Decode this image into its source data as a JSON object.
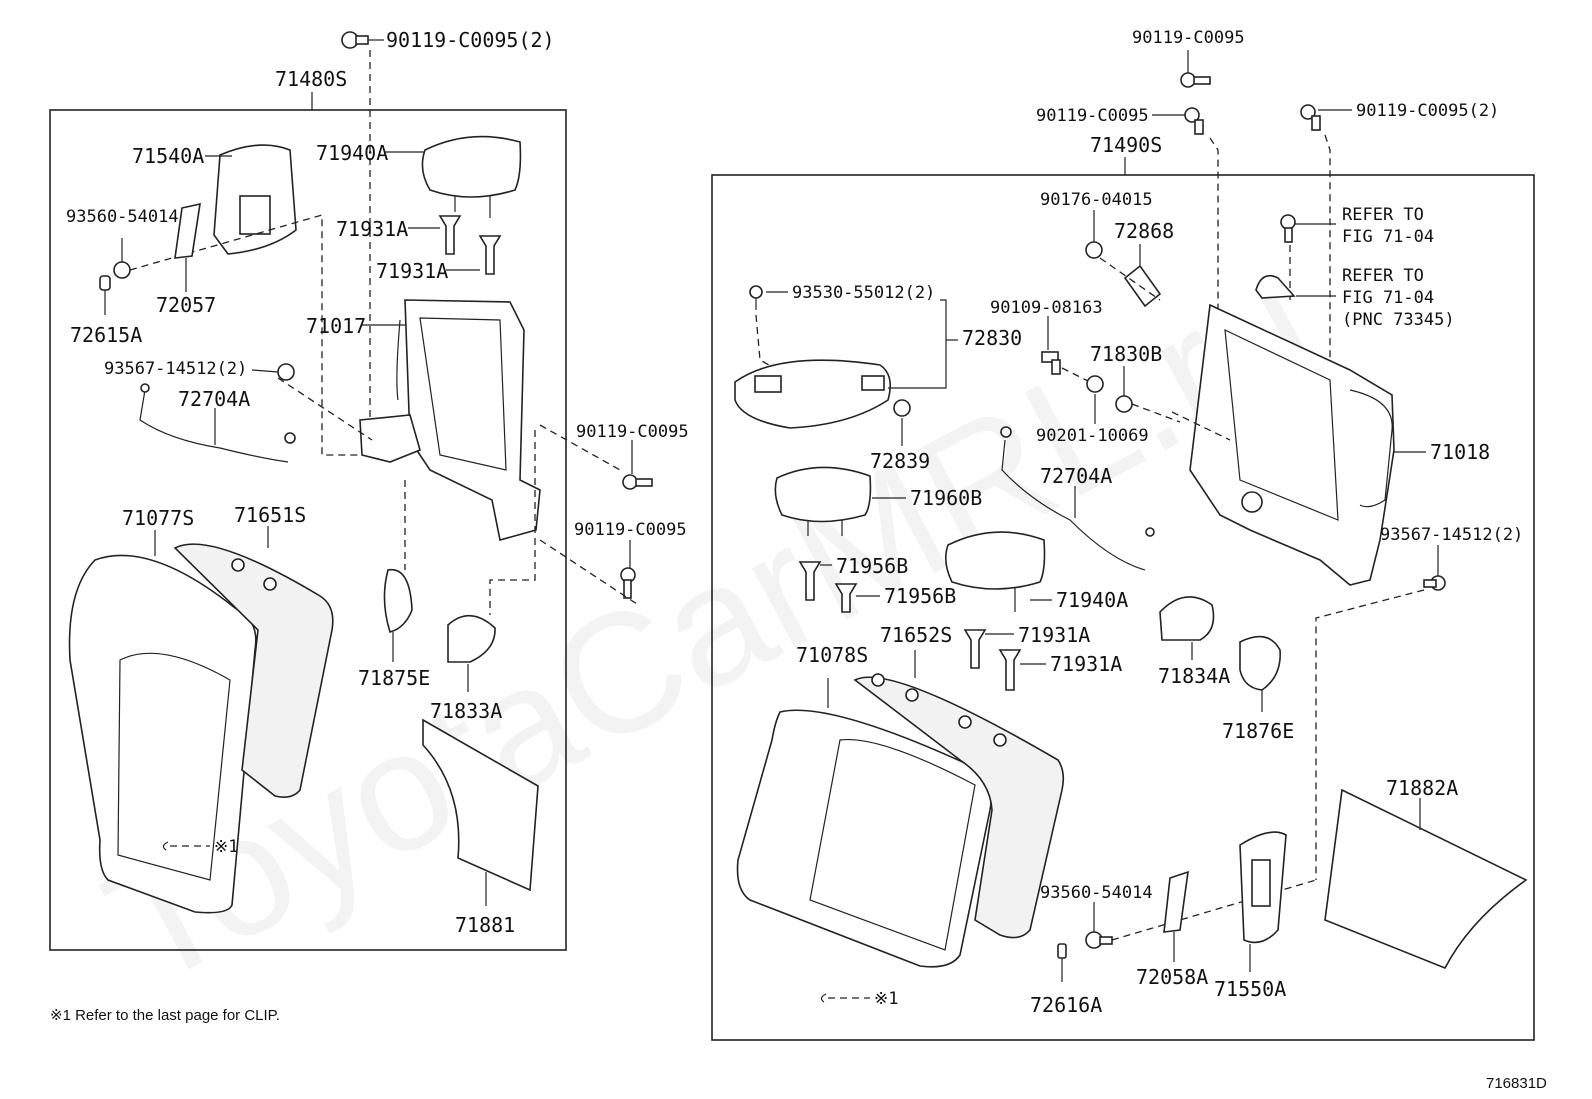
{
  "watermark": "ToyotaCarMRL.ru",
  "footnote": "※1 Refer to the last page for CLIP.",
  "figure_code": "716831D",
  "clip_note": "※1",
  "left_group": {
    "assembly": "71480S",
    "labels": {
      "bolt_top": "90119-C0095(2)",
      "cover_head": "71540A",
      "headrest": "71940A",
      "screw_a": "93560-54014",
      "guide_1": "71931A",
      "guide_2": "71931A",
      "bezel": "72057",
      "clip": "72615A",
      "frame": "71017",
      "bolt_mid": "93567-14512(2)",
      "cable": "72704A",
      "bolt_r1": "90119-C0095",
      "bolt_r2": "90119-C0095",
      "pad": "71077S",
      "cover": "71651S",
      "cover_e": "71875E",
      "cover_a": "71833A",
      "board": "71881"
    }
  },
  "right_group": {
    "assembly": "71490S",
    "labels": {
      "bolt_top1": "90119-C0095",
      "bolt_top2": "90119-C0095",
      "bolt_top3": "90119-C0095(2)",
      "nut": "90176-04015",
      "bracket": "72868",
      "refer1_a": "REFER TO",
      "refer1_b": "FIG 71-04",
      "refer2_a": "REFER TO",
      "refer2_b": "FIG 71-04",
      "refer2_c": "(PNC 73345)",
      "screws": "93530-55012(2)",
      "armrest": "72830",
      "bolt_s": "90109-08163",
      "bush": "71830B",
      "washer": "90201-10069",
      "cap": "72839",
      "frame": "71018",
      "cable": "72704A",
      "headrest_b": "71960B",
      "guide_b1": "71956B",
      "guide_b2": "71956B",
      "headrest_a": "71940A",
      "guide_a1": "71931A",
      "guide_a2": "71931A",
      "bolt_mid": "93567-14512(2)",
      "pad": "71078S",
      "cover": "71652S",
      "cover_a": "71834A",
      "cover_e": "71876E",
      "board": "71882A",
      "screw": "93560-54014",
      "clip": "72616A",
      "bezel": "72058A",
      "cover_head": "71550A"
    }
  }
}
